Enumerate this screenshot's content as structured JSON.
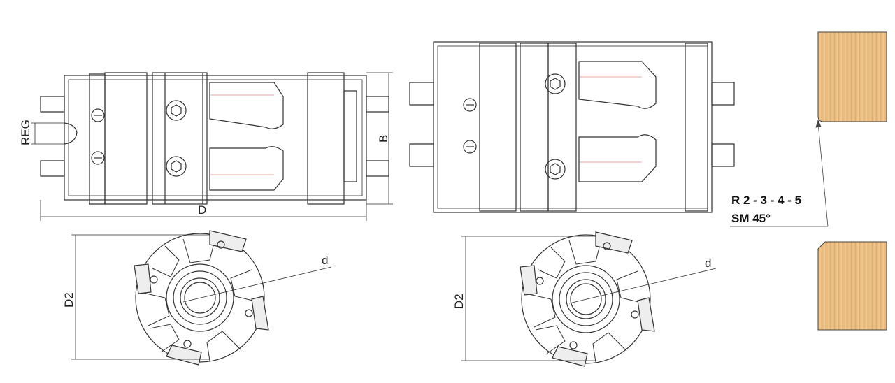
{
  "dimensions": {
    "reg": "REG",
    "b": "B",
    "d_total": "D",
    "d2_left": "D2",
    "d_left": "d",
    "d2_right": "D2",
    "d_right": "d"
  },
  "profile_spec": {
    "radius": "R 2 - 3 - 4 - 5",
    "chamfer": "SM 45°"
  },
  "colors": {
    "line": "#333333",
    "wood_light": "#f1c990",
    "wood_dark": "#d7a061",
    "accent_red": "#d9534f"
  }
}
